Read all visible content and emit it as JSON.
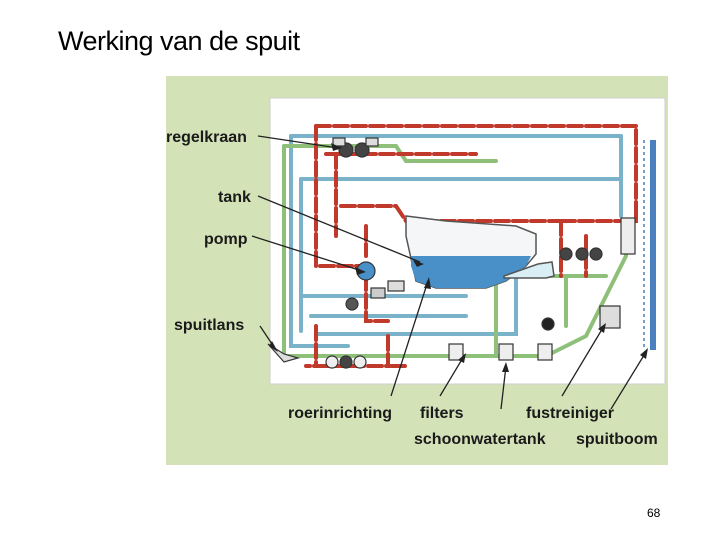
{
  "slide": {
    "title": "Werking van de spuit",
    "page_number": "68"
  },
  "diagram": {
    "labels": {
      "regelkraan": "regelkraan",
      "tank": "tank",
      "pomp": "pomp",
      "spuitlans": "spuitlans",
      "roerinrichting": "roerinrichting",
      "filters": "filters",
      "fustreiniger": "fustreiniger",
      "schoonwatertank": "schoonwatertank",
      "spuitboom": "spuitboom"
    },
    "colors": {
      "background": "#d4e2b8",
      "panel": "#ffffff",
      "pressure_line": "#c0392b",
      "return_line": "#7ab3c9",
      "clean_water_line": "#8fc07a",
      "tank_liquid": "#4a90c8",
      "boom": "#4a7fc0"
    }
  }
}
